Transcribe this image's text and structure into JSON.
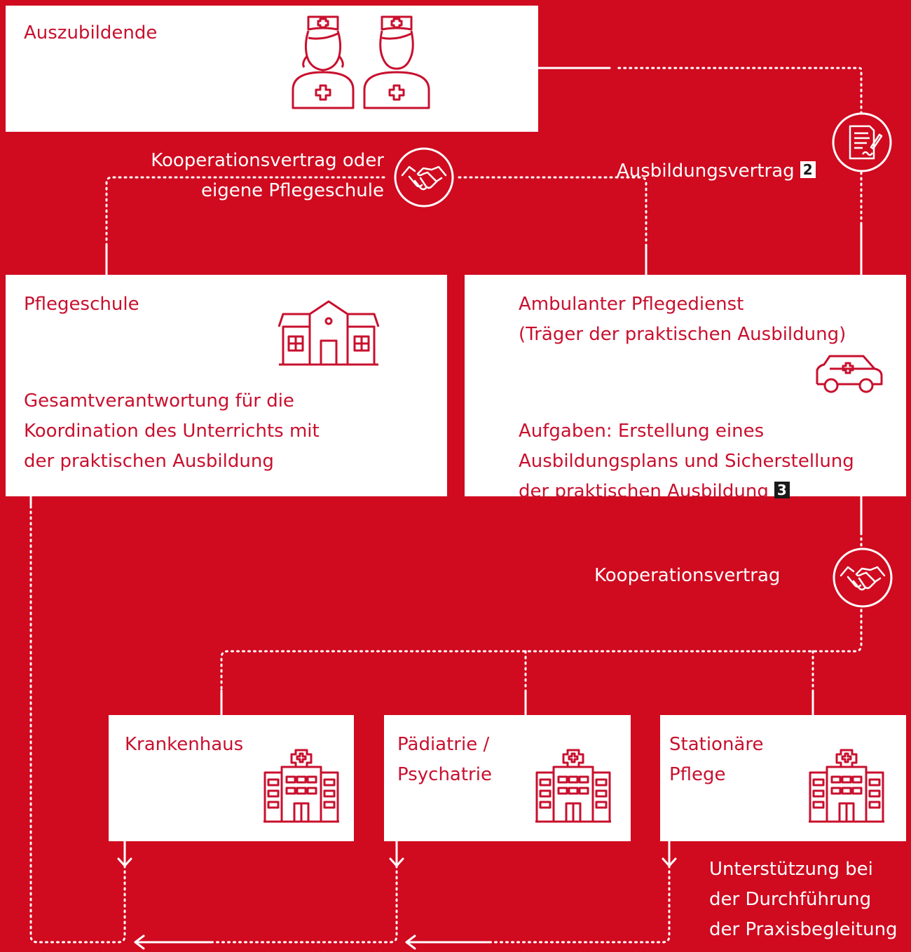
{
  "boxes": {
    "auszubildende": {
      "title": "Auszubildende"
    },
    "pflegeschule": {
      "title": "Pflegeschule",
      "description": "Gesamtverantwortung für die\nKoordination des Unterrichts mit\nder praktischen Ausbildung"
    },
    "pflegedienst": {
      "title": "Ambulanter Pflegedienst\n(Träger der praktischen Ausbildung)",
      "description_text": "Aufgaben: Erstellung eines\nAusbildungsplans und Sicherstellung\nder praktischen Ausbildung",
      "badge": "3"
    },
    "krankenhaus": {
      "title": "Krankenhaus"
    },
    "paediatrie": {
      "title": "Pädiatrie /\nPsychatrie"
    },
    "stationaer": {
      "title": "Stationäre\nPflege"
    }
  },
  "labels": {
    "ausbildungsvertrag": "Ausbildungsvertrag",
    "ausbildungsvertrag_badge": "2",
    "kooperation_schule": "Kooperationsvertrag oder\neigene Pflegeschule",
    "kooperationsvertrag": "Kooperationsvertrag",
    "unterstuetzung": "Unterstützung bei\nder Durchführung\nder Praxisbegleitung"
  },
  "icons": {
    "nurses": "two-nurses-icon",
    "contract": "contract-icon",
    "handshake": "handshake-icon",
    "school": "school-building-icon",
    "car": "ambulance-car-icon",
    "hospital": "hospital-icon"
  },
  "colors": {
    "background": "#d00a1f",
    "box": "#ffffff",
    "accent_text": "#c8102e",
    "badge": "#1a1a1a"
  }
}
